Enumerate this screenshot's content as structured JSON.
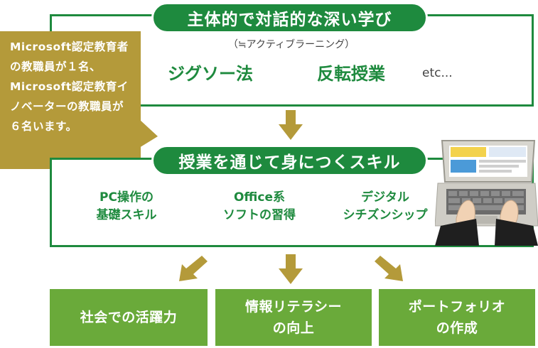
{
  "top_section": {
    "title": "主体的で対話的な深い学び",
    "subtitle": "（≒アクティブラーニング）",
    "methods": [
      "ジグソー法",
      "反転授業"
    ],
    "etc": "etc..."
  },
  "callout": {
    "text": "Microsoft認定教育者の教職員が１名、Microsoft認定教育イノベーターの教職員が６名います。"
  },
  "middle_section": {
    "title": "授業を通じて身につくスキル",
    "skills": [
      "PC操作の\n基礎スキル",
      "Office系\nソフトの習得",
      "デジタル\nシチズンシップ"
    ]
  },
  "outcomes": [
    "社会での活躍力",
    "情報リテラシー\nの向上",
    "ポートフォリオ\nの作成"
  ],
  "colors": {
    "green": "#1e8a3e",
    "light_green": "#6aaa3a",
    "gold": "#b49a3a",
    "arrow": "#b49a3a"
  },
  "icons": {
    "arrow": "down-arrow-icon",
    "laptop": "laptop-typing-illustration"
  }
}
